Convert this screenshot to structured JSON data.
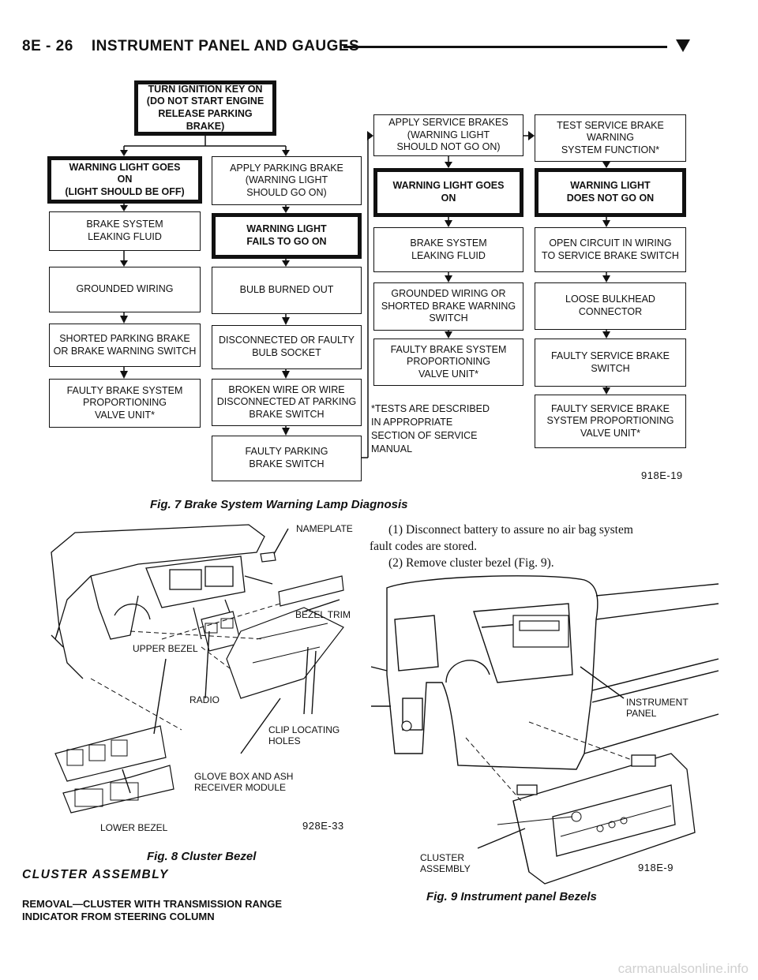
{
  "header": {
    "section": "8E - 26",
    "title": "INSTRUMENT PANEL AND GAUGES"
  },
  "figure7": {
    "caption": "Fig. 7 Brake System Warning Lamp Diagnosis",
    "figure_id": "918E-19",
    "start": "TURN IGNITION KEY ON\n(DO NOT START ENGINE\nRELEASE PARKING BRAKE)",
    "col1": [
      "WARNING LIGHT GOES\nON\n(LIGHT SHOULD BE OFF)",
      "BRAKE SYSTEM\nLEAKING FLUID",
      "GROUNDED WIRING",
      "SHORTED PARKING BRAKE\nOR BRAKE WARNING SWITCH",
      "FAULTY BRAKE SYSTEM\nPROPORTIONING\nVALVE UNIT*"
    ],
    "col2": [
      "APPLY PARKING BRAKE\n(WARNING LIGHT\nSHOULD GO ON)",
      "WARNING LIGHT\nFAILS TO GO ON",
      "BULB BURNED OUT",
      "DISCONNECTED OR FAULTY\nBULB SOCKET",
      "BROKEN WIRE OR WIRE\nDISCONNECTED AT PARKING\nBRAKE SWITCH",
      "FAULTY PARKING\nBRAKE SWITCH"
    ],
    "col3": [
      "APPLY SERVICE BRAKES\n(WARNING LIGHT\nSHOULD NOT GO ON)",
      "WARNING LIGHT GOES\nON",
      "BRAKE SYSTEM\nLEAKING FLUID",
      "GROUNDED WIRING OR\nSHORTED BRAKE WARNING\nSWITCH",
      "FAULTY BRAKE SYSTEM\nPROPORTIONING\nVALVE UNIT*"
    ],
    "col4": [
      "TEST SERVICE BRAKE\nWARNING\nSYSTEM FUNCTION*",
      "WARNING LIGHT\nDOES NOT GO ON",
      "OPEN CIRCUIT IN WIRING\nTO SERVICE BRAKE SWITCH",
      "LOOSE BULKHEAD\nCONNECTOR",
      "FAULTY SERVICE BRAKE\nSWITCH",
      "FAULTY SERVICE BRAKE\nSYSTEM PROPORTIONING\nVALVE UNIT*"
    ],
    "note": "*TESTS ARE DESCRIBED\n   IN APPROPRIATE\n   SECTION OF SERVICE\n   MANUAL"
  },
  "figure8": {
    "caption": "Fig. 8 Cluster Bezel",
    "figure_id": "928E-33",
    "labels": {
      "nameplate": "NAMEPLATE",
      "bezel_trim": "BEZEL TRIM",
      "upper_bezel": "UPPER BEZEL",
      "radio": "RADIO",
      "clip": "CLIP LOCATING\n        HOLES",
      "glove": "GLOVE BOX AND ASH\n      RECEIVER MODULE",
      "lower_bezel": "LOWER BEZEL"
    }
  },
  "body": {
    "step1": "(1) Disconnect battery to assure no air bag system",
    "step1b": "fault codes are stored.",
    "step2": "(2) Remove cluster bezel (Fig. 9)."
  },
  "figure9": {
    "caption": "Fig. 9 Instrument panel Bezels",
    "figure_id": "918E-9",
    "labels": {
      "instrument_panel": "INSTRUMENT\n        PANEL",
      "cluster": "CLUSTER\nASSEMBLY"
    }
  },
  "section": {
    "title": "CLUSTER ASSEMBLY",
    "sub1": "REMOVAL—CLUSTER WITH TRANSMISSION RANGE",
    "sub2": "INDICATOR FROM STEERING COLUMN"
  },
  "watermark": "carmanualsonline.info"
}
